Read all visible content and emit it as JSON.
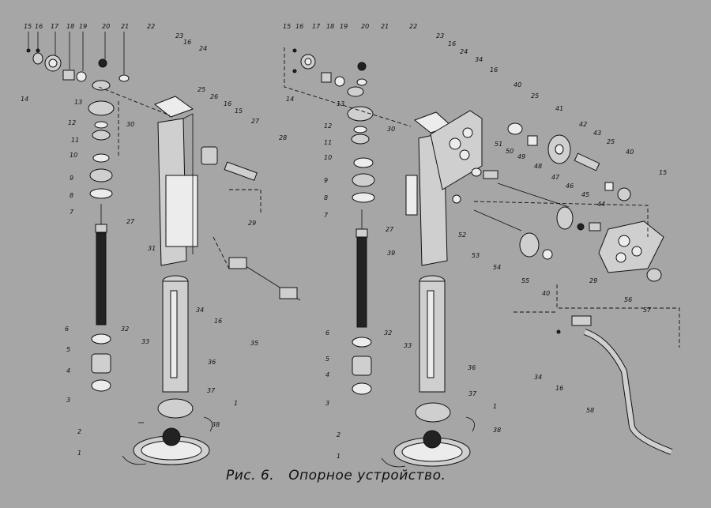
{
  "caption": {
    "figure_label": "Рис. 6.",
    "title": "Опорное  устройство."
  },
  "left_assembly_labels": [
    "15",
    "16",
    "17",
    "18",
    "19",
    "20",
    "21",
    "22",
    "23",
    "16",
    "24",
    "14",
    "13",
    "12",
    "11",
    "10",
    "9",
    "8",
    "7",
    "30",
    "25",
    "26",
    "16",
    "15",
    "27",
    "28",
    "27",
    "31",
    "29",
    "6",
    "5",
    "4",
    "3",
    "32",
    "33",
    "34",
    "16",
    "35",
    "36",
    "37",
    "1",
    "2",
    "1",
    "38"
  ],
  "right_assembly_labels": [
    "15",
    "16",
    "17",
    "18",
    "19",
    "20",
    "21",
    "22",
    "23",
    "16",
    "24",
    "34",
    "16",
    "14",
    "13",
    "12",
    "11",
    "10",
    "9",
    "8",
    "7",
    "30",
    "40",
    "25",
    "41",
    "42",
    "43",
    "25",
    "40",
    "51",
    "50",
    "49",
    "48",
    "47",
    "46",
    "45",
    "44",
    "15",
    "27",
    "52",
    "53",
    "54",
    "55",
    "40",
    "56",
    "57",
    "39",
    "29",
    "6",
    "5",
    "4",
    "3",
    "32",
    "33",
    "34",
    "16",
    "58",
    "36",
    "37",
    "1",
    "2",
    "1",
    "38"
  ]
}
